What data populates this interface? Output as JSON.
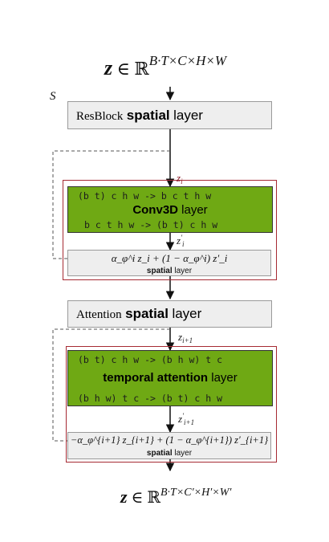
{
  "input_expr": {
    "z": "z",
    "in": "∈",
    "set": "ℝ",
    "dims": "B·T×C×H×W"
  },
  "side_label": "S",
  "resblock": {
    "prefix": "ResBlock",
    "strong": "spatial",
    "suffix": "layer"
  },
  "block1": {
    "z_in": {
      "base": "z",
      "sub": "i"
    },
    "rearrange_in": "(b t) c h w -> b c t h w",
    "title_strong": "Conv3D",
    "title_suffix": " layer",
    "rearrange_out": "b c t h w -> (b t) c h w",
    "z_out": {
      "base": "z",
      "sub": "i",
      "prime": "′"
    },
    "mix_formula": "α_φ^i z_i + (1 − α_φ^i) z′_i",
    "mix_label_strong": "spatial",
    "mix_label_suffix": " layer"
  },
  "attention": {
    "prefix": "Attention",
    "strong": "spatial",
    "suffix": "layer"
  },
  "block2": {
    "z_in": {
      "base": "z",
      "sub": "i+1"
    },
    "rearrange_in": "(b t) c h w -> (b h w) t c",
    "title_strong": "temporal attention",
    "title_suffix": " layer",
    "rearrange_out": "(b h w) t c -> (b t) c h w",
    "z_out": {
      "base": "z",
      "sub": "i+1",
      "prime": "′"
    },
    "mix_formula": "−α_φ^{i+1} z_{i+1} + (1 − α_φ^{i+1}) z′_{i+1}",
    "mix_label_strong": "spatial",
    "mix_label_suffix": " layer"
  },
  "output_expr": {
    "z": "z",
    "in": "∈",
    "set": "ℝ",
    "dims": "B·T×C′×H′×W′"
  }
}
